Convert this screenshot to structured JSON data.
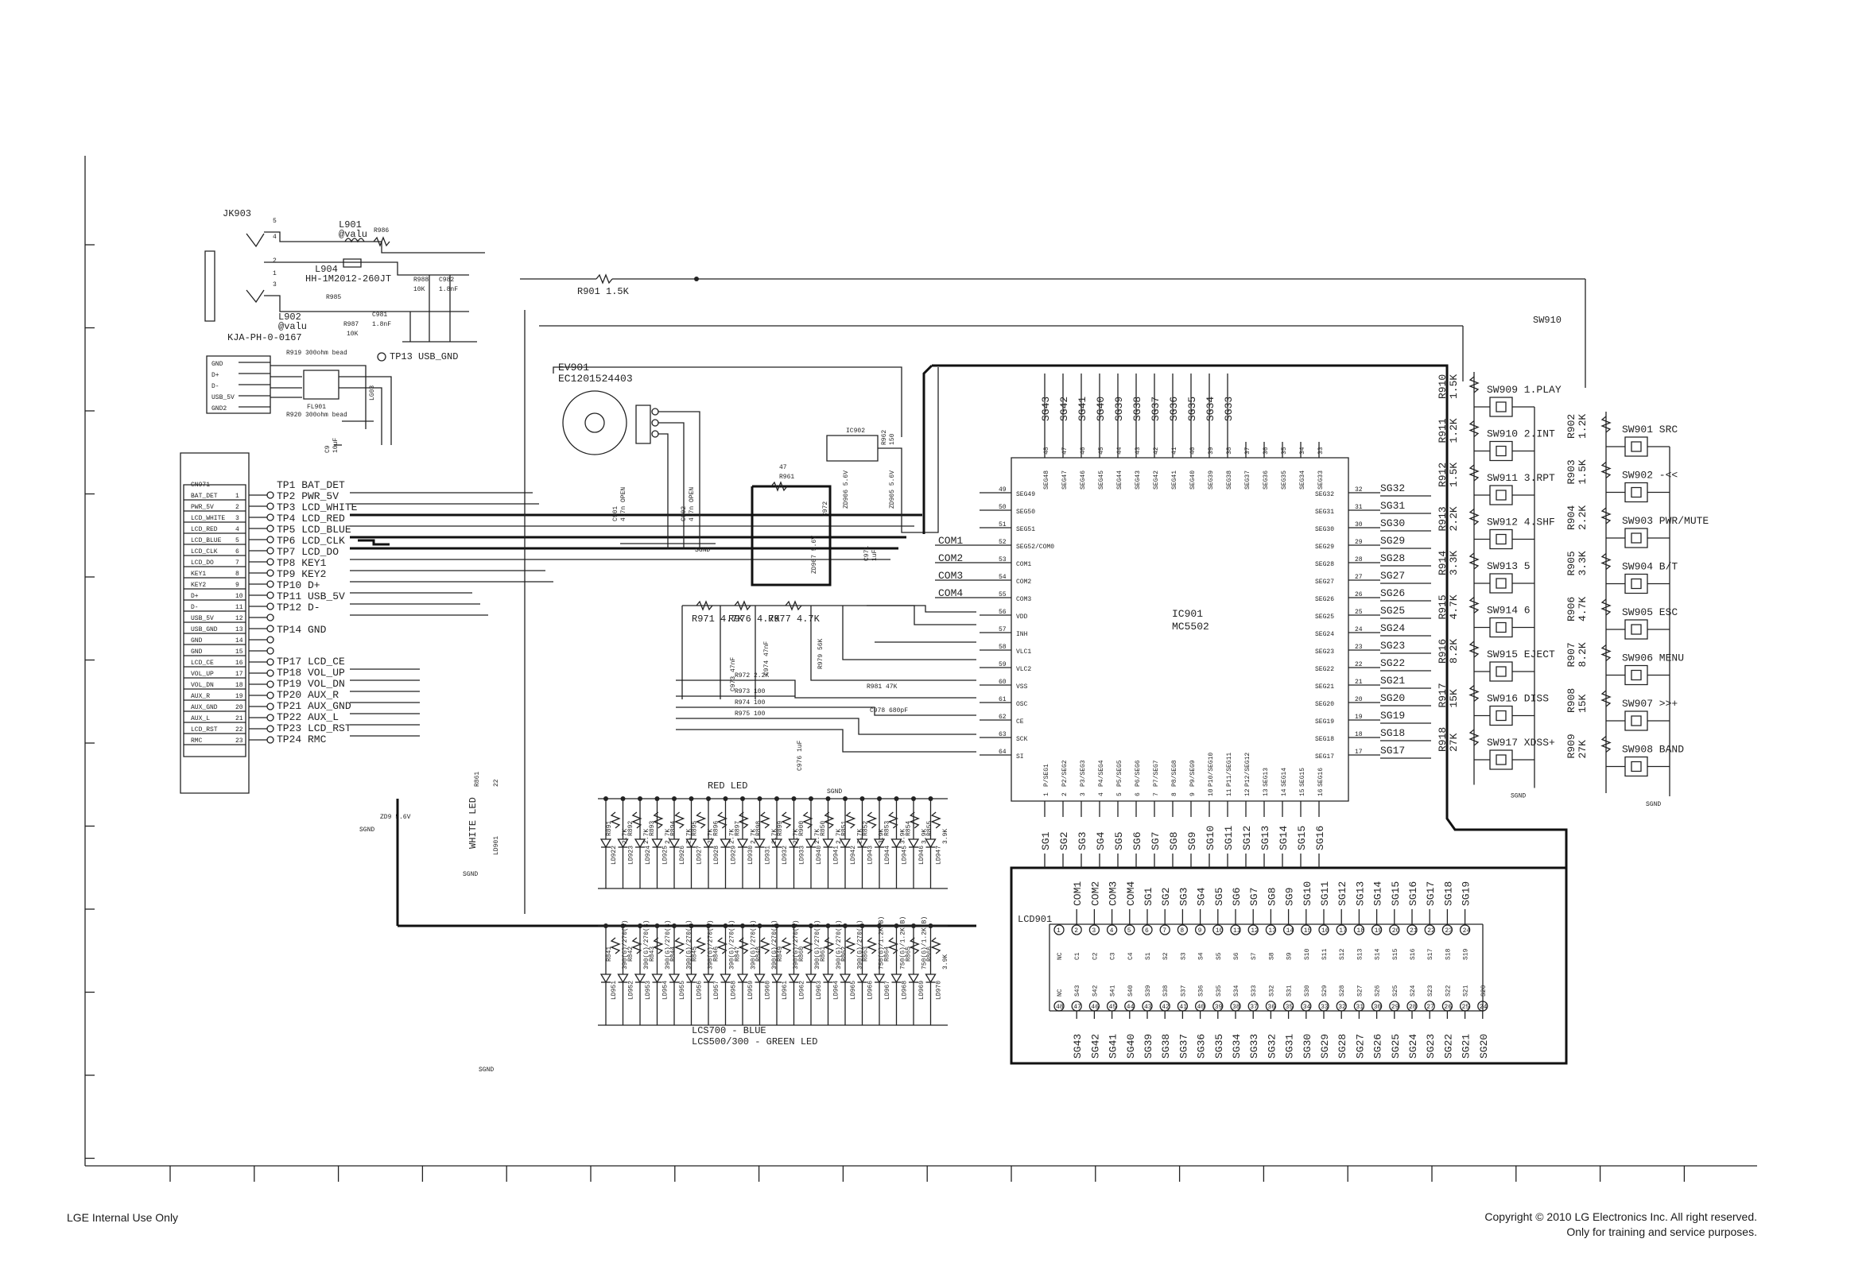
{
  "footer": {
    "left": "LGE Internal Use Only",
    "right_line1": "Copyright © 2010 LG Electronics Inc. All right reserved.",
    "right_line2": "Only for training and service purposes."
  },
  "jack": {
    "ref": "JK903",
    "part": "KJA-PH-0-0167",
    "pins": [
      "5",
      "4",
      "2",
      "1",
      "3"
    ],
    "l901": "L901",
    "l901_val": "@valu",
    "r986": "R986",
    "l902": "L902",
    "l902_val": "@valu",
    "l904": "L904",
    "l904_part": "HH-1M2012-260JT",
    "r985": "R985",
    "r987": "R987",
    "r987_val": "10K",
    "r988": "R988",
    "r988_val": "10K",
    "c981": "C981",
    "c981_val": "1.8nF",
    "c982": "C982",
    "c982_val": "1.8nF"
  },
  "usb": {
    "rows": [
      "GND",
      "D+",
      "D-",
      "USB_5V",
      "GND2"
    ],
    "r919": "R919 300ohm bead",
    "r920": "R920 300ohm bead",
    "fl901": "FL901",
    "tp13": "TP13 USB_GND",
    "lg03": "LG03",
    "c9": "C9",
    "val": "10uF"
  },
  "cn": {
    "rows": [
      "CN971",
      "BAT_DET",
      "PWR_5V",
      "LCD_WHITE",
      "LCD_RED",
      "LCD_BLUE",
      "LCD_CLK",
      "LCD_DO",
      "KEY1",
      "KEY2",
      "D+",
      "D-",
      "USB_5V",
      "USB_GND",
      "GND",
      "GND",
      "LCD_CE",
      "VOL_UP",
      "VOL_DN",
      "AUX_R",
      "AUX_GND",
      "AUX_L",
      "LCD_RST",
      "RMC"
    ],
    "tps": [
      "TP1 BAT_DET",
      "TP2 PWR_5V",
      "TP3 LCD_WHITE",
      "TP4 LCD_RED",
      "TP5 LCD_BLUE",
      "TP6 LCD_CLK",
      "TP7 LCD_DO",
      "TP8 KEY1",
      "TP9 KEY2",
      "TP10 D+",
      "TP11 USB_5V",
      "TP12 D-",
      "TP14 GND",
      "TP17 LCD_CE",
      "TP18 VOL_UP",
      "TP19 VOL_DN",
      "TP20 AUX_R",
      "TP21 AUX_GND",
      "TP22 AUX_L",
      "TP23 LCD_RST",
      "TP24 RMC"
    ]
  },
  "encoder": {
    "ref": "EV901",
    "part": "EC1201524403"
  },
  "misc": {
    "r901": "R901 1.5K",
    "sw910": "SW910",
    "r961": "R961",
    "r961_val": "47",
    "c901": "C901",
    "c901_val": "4.7n OPEN",
    "c902": "C902",
    "c902_val": "4.7n OPEN",
    "sgnd": "SGND",
    "r962": "R962",
    "r962_val": "150",
    "ic902": "IC902",
    "c971": "C971",
    "c971_val": "1uF",
    "c972": "C972",
    "zd1": "ZD906 5.6V",
    "zd2": "ZD905 5.6V",
    "zd3": "ZD907 5.6V",
    "r971": "R971 4.7K",
    "r976": "R976 4.7K",
    "r977": "R977 4.7K",
    "r979": "R979 56K",
    "c973": "C973 47nF",
    "c974": "C974 47nF",
    "r972": "R972 2.2K",
    "r973": "R973 100",
    "r974": "R974 100",
    "r975": "R975 100",
    "r981": "R981 47K",
    "c978": "C978 680pF",
    "c976": "C976 1uF",
    "red_led": "RED LED",
    "white_led": "WHITE LED",
    "r861": "R861",
    "r861_val": "22",
    "ld901": "LD901",
    "blue_green_1": "LCS700 - BLUE",
    "blue_green_2": "LCS500/300 - GREEN LED",
    "zd_lbl": "ZD9 5.6V"
  },
  "ic": {
    "ref": "IC901",
    "part": "MC5502",
    "top": [
      {
        "n": "48",
        "s": "SEG48",
        "e": "SG43"
      },
      {
        "n": "47",
        "s": "SEG47",
        "e": "SG42"
      },
      {
        "n": "46",
        "s": "SEG46",
        "e": "SG41"
      },
      {
        "n": "45",
        "s": "SEG45",
        "e": "SG40"
      },
      {
        "n": "44",
        "s": "SEG44",
        "e": "SG39"
      },
      {
        "n": "43",
        "s": "SEG43",
        "e": "SG38"
      },
      {
        "n": "42",
        "s": "SEG42",
        "e": "SG37"
      },
      {
        "n": "41",
        "s": "SEG41",
        "e": "SG36"
      },
      {
        "n": "40",
        "s": "SEG40",
        "e": "SG35"
      },
      {
        "n": "39",
        "s": "SEG39",
        "e": "SG34"
      },
      {
        "n": "38",
        "s": "SEG38",
        "e": "SG33"
      },
      {
        "n": "37",
        "s": "SEG37",
        "e": ""
      },
      {
        "n": "36",
        "s": "SEG36",
        "e": ""
      },
      {
        "n": "35",
        "s": "SEG35",
        "e": ""
      },
      {
        "n": "34",
        "s": "SEG34",
        "e": ""
      },
      {
        "n": "33",
        "s": "SEG33",
        "e": ""
      }
    ],
    "left": [
      {
        "n": "49",
        "s": "SEG49",
        "e": ""
      },
      {
        "n": "50",
        "s": "SEG50",
        "e": ""
      },
      {
        "n": "51",
        "s": "SEG51",
        "e": ""
      },
      {
        "n": "52",
        "s": "SEG52/COM0",
        "e": "COM1"
      },
      {
        "n": "53",
        "s": "COM1",
        "e": "COM2"
      },
      {
        "n": "54",
        "s": "COM2",
        "e": "COM3"
      },
      {
        "n": "55",
        "s": "COM3",
        "e": "COM4"
      },
      {
        "n": "56",
        "s": "VDD",
        "e": ""
      },
      {
        "n": "57",
        "s": "INH",
        "e": ""
      },
      {
        "n": "58",
        "s": "VLC1",
        "e": ""
      },
      {
        "n": "59",
        "s": "VLC2",
        "e": ""
      },
      {
        "n": "60",
        "s": "VSS",
        "e": ""
      },
      {
        "n": "61",
        "s": "OSC",
        "e": ""
      },
      {
        "n": "62",
        "s": "CE",
        "e": ""
      },
      {
        "n": "63",
        "s": "SCK",
        "e": ""
      },
      {
        "n": "64",
        "s": "SI",
        "e": ""
      }
    ],
    "right": [
      {
        "n": "32",
        "s": "SEG32",
        "e": "SG32"
      },
      {
        "n": "31",
        "s": "SEG31",
        "e": "SG31"
      },
      {
        "n": "30",
        "s": "SEG30",
        "e": "SG30"
      },
      {
        "n": "29",
        "s": "SEG29",
        "e": "SG29"
      },
      {
        "n": "28",
        "s": "SEG28",
        "e": "SG28"
      },
      {
        "n": "27",
        "s": "SEG27",
        "e": "SG27"
      },
      {
        "n": "26",
        "s": "SEG26",
        "e": "SG26"
      },
      {
        "n": "25",
        "s": "SEG25",
        "e": "SG25"
      },
      {
        "n": "24",
        "s": "SEG24",
        "e": "SG24"
      },
      {
        "n": "23",
        "s": "SEG23",
        "e": "SG23"
      },
      {
        "n": "22",
        "s": "SEG22",
        "e": "SG22"
      },
      {
        "n": "21",
        "s": "SEG21",
        "e": "SG21"
      },
      {
        "n": "20",
        "s": "SEG20",
        "e": "SG20"
      },
      {
        "n": "19",
        "s": "SEG19",
        "e": "SG19"
      },
      {
        "n": "18",
        "s": "SEG18",
        "e": "SG18"
      },
      {
        "n": "17",
        "s": "SEG17",
        "e": "SG17"
      }
    ],
    "bottom": [
      {
        "n": "1",
        "s": "P/SEG1",
        "e": "SG1"
      },
      {
        "n": "2",
        "s": "P2/SEG2",
        "e": "SG2"
      },
      {
        "n": "3",
        "s": "P3/SEG3",
        "e": "SG3"
      },
      {
        "n": "4",
        "s": "P4/SEG4",
        "e": "SG4"
      },
      {
        "n": "5",
        "s": "P5/SEG5",
        "e": "SG5"
      },
      {
        "n": "6",
        "s": "P6/SEG6",
        "e": "SG6"
      },
      {
        "n": "7",
        "s": "P7/SEG7",
        "e": "SG7"
      },
      {
        "n": "8",
        "s": "P8/SEG8",
        "e": "SG8"
      },
      {
        "n": "9",
        "s": "P9/SEG9",
        "e": "SG9"
      },
      {
        "n": "10",
        "s": "P10/SEG10",
        "e": "SG10"
      },
      {
        "n": "11",
        "s": "P11/SEG11",
        "e": "SG11"
      },
      {
        "n": "12",
        "s": "P12/SEG12",
        "e": "SG12"
      },
      {
        "n": "13",
        "s": "SEG13",
        "e": "SG13"
      },
      {
        "n": "14",
        "s": "SEG14",
        "e": "SG14"
      },
      {
        "n": "15",
        "s": "SEG15",
        "e": "SG15"
      },
      {
        "n": "16",
        "s": "SEG16",
        "e": "SG16"
      }
    ]
  },
  "lcd": {
    "ref": "LCD901",
    "top_labels": [
      "COM1",
      "COM2",
      "COM3",
      "COM4",
      "SG1",
      "SG2",
      "SG3",
      "SG4",
      "SG5",
      "SG6",
      "SG7",
      "SG8",
      "SG9",
      "SG10",
      "SG11",
      "SG12",
      "SG13",
      "SG14",
      "SG15",
      "SG16",
      "SG17",
      "SG18",
      "SG19"
    ],
    "top_pin_inner": [
      "NC",
      "C1",
      "C2",
      "C3",
      "C4",
      "S1",
      "S2",
      "S3",
      "S4",
      "S5",
      "S6",
      "S7",
      "S8",
      "S9",
      "S10",
      "S11",
      "S12",
      "S13",
      "S14",
      "S15",
      "S16",
      "S17",
      "S18",
      "S19"
    ],
    "bottom_pin_inner": [
      "NC",
      "S43",
      "S42",
      "S41",
      "S40",
      "S39",
      "S38",
      "S37",
      "S36",
      "S35",
      "S34",
      "S33",
      "S32",
      "S31",
      "S30",
      "S29",
      "S28",
      "S27",
      "S26",
      "S25",
      "S24",
      "S23",
      "S22",
      "S21",
      "S20"
    ],
    "bottom_labels": [
      "SG43",
      "SG42",
      "SG41",
      "SG40",
      "SG39",
      "SG38",
      "SG37",
      "SG36",
      "SG35",
      "SG34",
      "SG33",
      "SG32",
      "SG31",
      "SG30",
      "SG29",
      "SG28",
      "SG27",
      "SG26",
      "SG25",
      "SG24",
      "SG23",
      "SG22",
      "SG21",
      "SG20"
    ]
  },
  "keys_left": {
    "resistors": [
      {
        "r": "R910",
        "v": "1.5K"
      },
      {
        "r": "R911",
        "v": "1.2K"
      },
      {
        "r": "R912",
        "v": "1.5K"
      },
      {
        "r": "R913",
        "v": "2.2K"
      },
      {
        "r": "R914",
        "v": "3.3K"
      },
      {
        "r": "R915",
        "v": "4.7K"
      },
      {
        "r": "R916",
        "v": "8.2K"
      },
      {
        "r": "R917",
        "v": "15K"
      },
      {
        "r": "R918",
        "v": "27K"
      }
    ],
    "switches": [
      "SW909 1.PLAY",
      "SW910 2.INT",
      "SW911 3.RPT",
      "SW912 4.SHF",
      "SW913 5",
      "SW914 6",
      "SW915 EJECT",
      "SW916 DISS",
      "SW917 XDSS+"
    ],
    "gnd": "SGND"
  },
  "keys_right": {
    "resistors": [
      {
        "r": "R902",
        "v": "1.2K"
      },
      {
        "r": "R903",
        "v": "1.5K"
      },
      {
        "r": "R904",
        "v": "2.2K"
      },
      {
        "r": "R905",
        "v": "3.3K"
      },
      {
        "r": "R906",
        "v": "4.7K"
      },
      {
        "r": "R907",
        "v": "8.2K"
      },
      {
        "r": "R908",
        "v": "15K"
      },
      {
        "r": "R909",
        "v": "27K"
      }
    ],
    "switches": [
      "SW901 SRC",
      "SW902 -<<",
      "SW903 PWR/MUTE",
      "SW904 B/T",
      "SW905 ESC",
      "SW906 MENU",
      "SW907 >>+",
      "SW908 BAND"
    ],
    "gnd": "SGND"
  },
  "red_leds": {
    "res": [
      {
        "r": "R891",
        "v": "2.7K"
      },
      {
        "r": "R892",
        "v": "2.7K"
      },
      {
        "r": "R893",
        "v": "2.7K"
      },
      {
        "r": "R894",
        "v": "2.7K"
      },
      {
        "r": "R895",
        "v": "2.7K"
      },
      {
        "r": "R896",
        "v": "2.7K"
      },
      {
        "r": "R897",
        "v": "2.7K"
      },
      {
        "r": "R898",
        "v": "2.7K"
      },
      {
        "r": "R899",
        "v": "2.7K"
      },
      {
        "r": "R900",
        "v": "2.7K"
      },
      {
        "r": "R850",
        "v": "2.7K"
      },
      {
        "r": "R851",
        "v": "2.7K"
      },
      {
        "r": "R852",
        "v": "3.9K"
      },
      {
        "r": "R853",
        "v": "3.9K"
      },
      {
        "r": "R854",
        "v": "3.9K"
      },
      {
        "r": "R855",
        "v": "3.9K"
      }
    ],
    "leds": [
      "LD922",
      "LD923",
      "LD924",
      "LD925",
      "LD926",
      "LD927",
      "LD928",
      "LD929",
      "LD930",
      "LD931",
      "LD932",
      "LD933",
      "LD940",
      "LD941",
      "LD942",
      "LD943",
      "LD944",
      "LD945",
      "LD946",
      "LD947"
    ]
  },
  "blue_leds": {
    "res": [
      {
        "r": "R841",
        "v": "390(G)/270(B)"
      },
      {
        "r": "R842",
        "v": "390(G)/270(B)"
      },
      {
        "r": "R843",
        "v": "390(G)/270(B)"
      },
      {
        "r": "R844",
        "v": "390(G)/270(B)"
      },
      {
        "r": "R845",
        "v": "390(G)/270(B)"
      },
      {
        "r": "R846",
        "v": "390(G)/270(B)"
      },
      {
        "r": "R847",
        "v": "390(G)/270(B)"
      },
      {
        "r": "R848",
        "v": "390(G)/270(B)"
      },
      {
        "r": "R849",
        "v": "390(G)/270(B)"
      },
      {
        "r": "R860",
        "v": "390(G)/270(B)"
      },
      {
        "r": "R861",
        "v": "390(G)/270(B)"
      },
      {
        "r": "R862",
        "v": "390(G)/270(B)"
      },
      {
        "r": "R863",
        "v": "750(G)/1.2K(B)"
      },
      {
        "r": "R864",
        "v": "750(G)/1.2K(B)"
      },
      {
        "r": "R865",
        "v": "750(G)/1.2K(B)"
      },
      {
        "r": "R866",
        "v": "3.9K"
      }
    ],
    "leds": [
      "LD951",
      "LD952",
      "LD953",
      "LD954",
      "LD955",
      "LD956",
      "LD957",
      "LD958",
      "LD959",
      "LD960",
      "LD961",
      "LD962",
      "LD963",
      "LD964",
      "LD965",
      "LD966",
      "LD967",
      "LD968",
      "LD969",
      "LD970"
    ]
  }
}
